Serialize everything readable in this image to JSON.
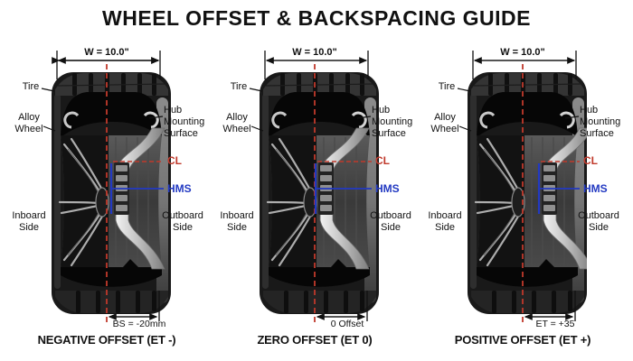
{
  "title": "WHEEL OFFSET & BACKSPACING GUIDE",
  "shared": {
    "width_dim": "W = 10.0\"",
    "tire": "Tire",
    "alloy_wheel": "Alloy\nWheel",
    "hub_mounting_surface": "Hub\nMounting\nSurface",
    "centerline_abbr": "CL",
    "hms_abbr": "HMS",
    "inboard": "Inboard\nSide",
    "outboard": "Outboard\nSide"
  },
  "wheels": [
    {
      "id": "negative",
      "dim_label": "BS = -20mm",
      "caption": "NEGATIVE OFFSET (ET -)"
    },
    {
      "id": "zero",
      "dim_label": "0 Offset",
      "caption": "ZERO OFFSET (ET 0)"
    },
    {
      "id": "positive",
      "dim_label": "ET = +35",
      "caption": "POSITIVE OFFSET (ET +)"
    }
  ],
  "colors": {
    "centerline_red": "#c0392b",
    "hms_blue": "#2239c2"
  }
}
